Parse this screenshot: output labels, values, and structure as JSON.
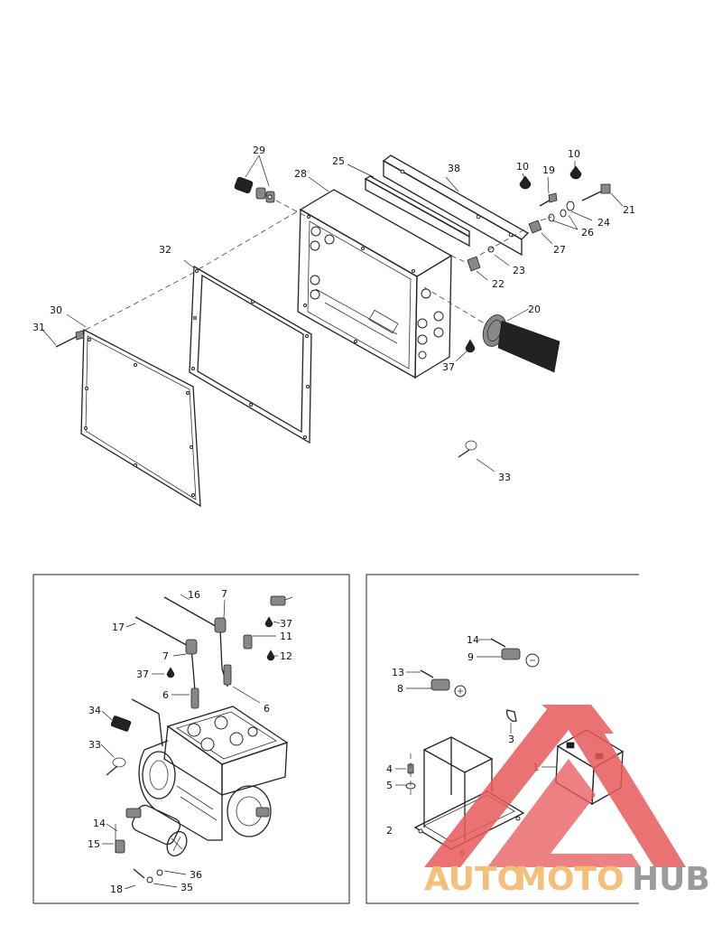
{
  "brand_colors": {
    "watermark_red": "#e85a5a",
    "watermark_orange": "#f3b463",
    "watermark_grey": "#8a8a8a"
  },
  "watermark": {
    "part1": "AUTO",
    "part2": "MOTO",
    "part3": "HUB"
  },
  "callouts_top": {
    "c10a": "10",
    "c10b": "10",
    "c19": "19",
    "c20": "20",
    "c21": "21",
    "c22": "22",
    "c23": "23",
    "c24": "24",
    "c25": "25",
    "c26": "26",
    "c27": "27",
    "c28": "28",
    "c29": "29",
    "c30": "30",
    "c31": "31",
    "c32": "32",
    "c33": "33",
    "c37": "37",
    "c38": "38"
  },
  "callouts_engine": {
    "c16": "16",
    "c7a": "7",
    "c37a": "37",
    "c11": "11",
    "c17": "17",
    "c7b": "7",
    "c12": "12",
    "c37b": "37",
    "c6a": "6",
    "c6b": "6",
    "c34": "34",
    "c33": "33",
    "c14": "14",
    "c15": "15",
    "c36": "36",
    "c18": "18",
    "c35": "35"
  },
  "callouts_battery": {
    "c14": "14",
    "c9": "9",
    "c13": "13",
    "c8": "8",
    "c3": "3",
    "c4": "4",
    "c1": "1",
    "c5": "5",
    "c2": "2"
  }
}
